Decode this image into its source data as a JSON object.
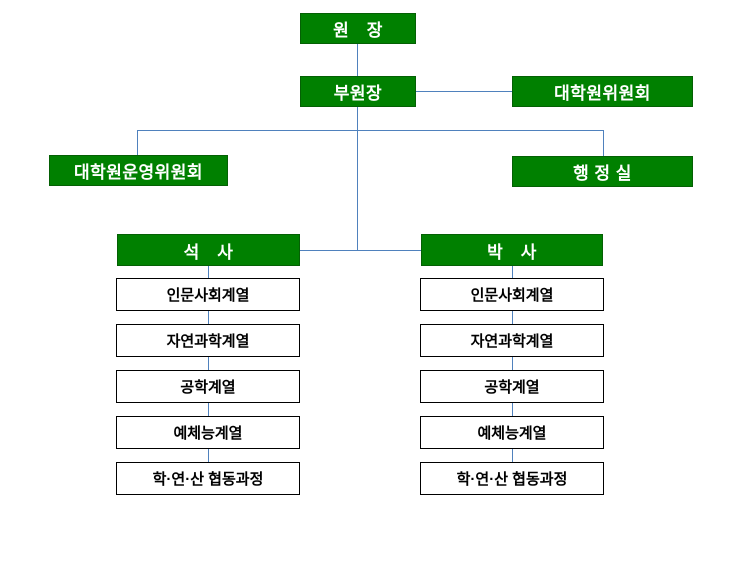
{
  "diagram": {
    "colors": {
      "box_green": "#008000",
      "box_green_border": "#046004",
      "connector": "#4f81bd",
      "white_box_border": "#000000",
      "text_on_green": "#ffffff",
      "text_on_white": "#000000"
    },
    "nodes": {
      "president": "원　장",
      "vice_president": "부원장",
      "graduate_committee": "대학원위원회",
      "operating_committee": "대학원운영위원회",
      "admin_office": "행 정 실",
      "masters": "석　사",
      "doctoral": "박　사"
    },
    "masters_tracks": [
      "인문사회계열",
      "자연과학계열",
      "공학계열",
      "예체능계열",
      "학·연·산 협동과정"
    ],
    "doctoral_tracks": [
      "인문사회계열",
      "자연과학계열",
      "공학계열",
      "예체능계열",
      "학·연·산 협동과정"
    ]
  }
}
